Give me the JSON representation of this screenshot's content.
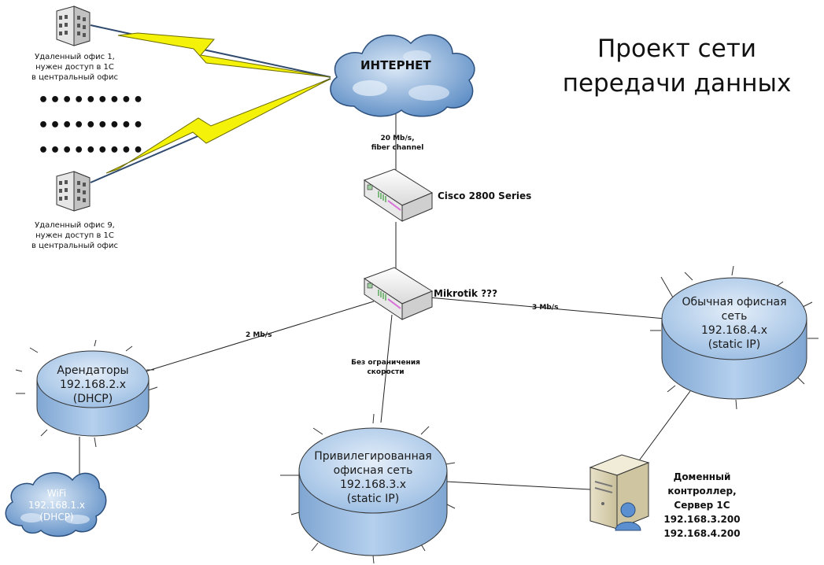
{
  "title": {
    "line1": "Проект сети",
    "line2": "передачи данных"
  },
  "internet": {
    "label": "ИНТЕРНЕТ"
  },
  "remote_offices": [
    {
      "line1": "Удаленный офис 1,",
      "line2": "нужен доступ в 1С",
      "line3": "в центральный офис"
    },
    {
      "line1": "Удаленный офис 9,",
      "line2": "нужен доступ в 1С",
      "line3": "в центральный офис"
    }
  ],
  "dots": "•••••••••",
  "uplink": {
    "line1": "20 Mb/s,",
    "line2": "fiber channel"
  },
  "cisco": {
    "label": "Cisco 2800 Series"
  },
  "mikrotik": {
    "label": "Mikrotik ???"
  },
  "links": {
    "tenants": "2 Mb/s",
    "office": "3 Mb/s",
    "priv_line1": "Без ограничения",
    "priv_line2": "скорости"
  },
  "tenants_net": {
    "line1": "Арендаторы",
    "line2": "192.168.2.x",
    "line3": "(DHCP)"
  },
  "wifi_net": {
    "line1": "WiFi",
    "line2": "192.168.1.x",
    "line3": "(DHCP)"
  },
  "office_net": {
    "line1": "Обычная офисная",
    "line2": "сеть",
    "line3": "192.168.4.x",
    "line4": "(static IP)"
  },
  "priv_net": {
    "line1": "Привилегированная",
    "line2": "офисная сеть",
    "line3": "192.168.3.x",
    "line4": "(static IP)"
  },
  "server": {
    "line1": "Доменный",
    "line2": "контроллер,",
    "line3": "Сервер 1С",
    "line4": "192.168.3.200",
    "line5": "192.168.4.200"
  },
  "colors": {
    "disk_top": "#b8d2ee",
    "disk_side": "#8fb3dc",
    "cloud": "#7fa8d6",
    "bolt": "#f5f20a"
  }
}
